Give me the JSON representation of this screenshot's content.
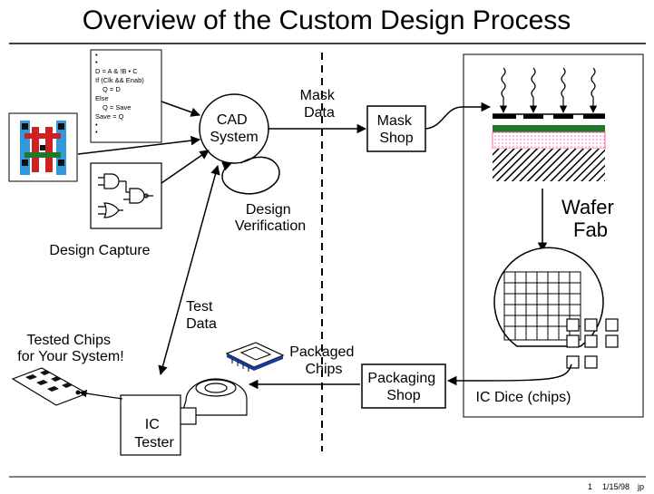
{
  "title": "Overview of the Custom Design Process",
  "code_lines": [
    "•",
    "•",
    "D = A & !B • C",
    "If (Clk && Enab)",
    "Q = D",
    "Else",
    "Q = Save",
    "Save = Q",
    "•",
    "•"
  ],
  "labels": {
    "cad_system": [
      "CAD",
      "System"
    ],
    "mask_data": [
      "Mask",
      "Data"
    ],
    "mask_shop": [
      "Mask",
      "Shop"
    ],
    "design_verification": [
      "Design",
      "Verification"
    ],
    "design_capture": "Design Capture",
    "wafer_fab": [
      "Wafer",
      "Fab"
    ],
    "test_data": [
      "Test",
      "Data"
    ],
    "tested_chips": [
      "Tested Chips",
      "for Your System!"
    ],
    "packaged_chips": [
      "Packaged",
      "Chips"
    ],
    "packaging_shop": [
      "Packaging",
      "Shop"
    ],
    "ic_dice": "IC Dice (chips)",
    "ic_tester": [
      "IC",
      "Tester"
    ]
  },
  "footer": {
    "page": "1",
    "date": "1/15/98",
    "initials": "jp"
  },
  "colors": {
    "layout_red": "#cc2222",
    "layout_blue": "#3399dd",
    "layout_green": "#1e7a2a",
    "mask_pink": "#ff66aa",
    "package_blue": "#1a3a9a"
  }
}
